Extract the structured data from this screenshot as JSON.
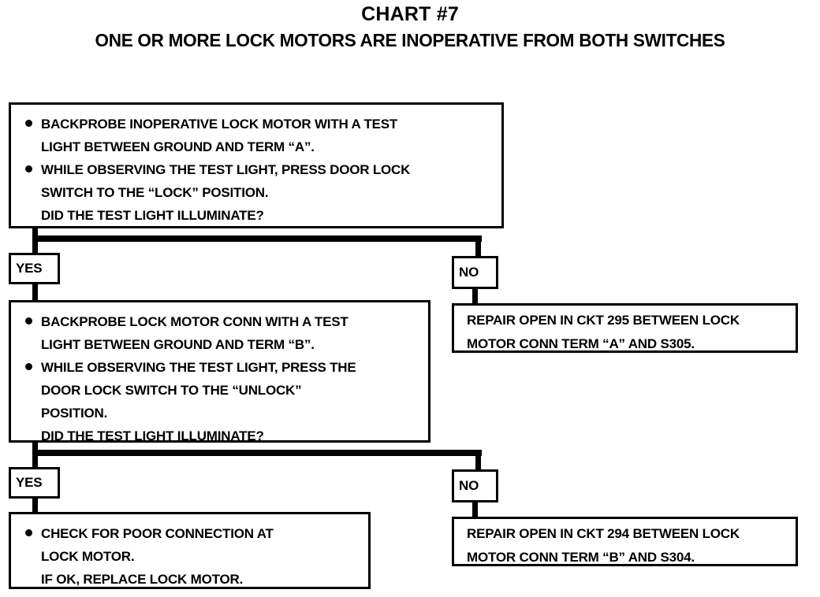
{
  "title": "CHART #7",
  "subtitle": "ONE OR MORE LOCK MOTORS ARE INOPERATIVE FROM BOTH SWITCHES",
  "colors": {
    "ink": "#000000",
    "paper": "#ffffff"
  },
  "nodes": {
    "step1": {
      "name": "test-step-1",
      "lines": [
        {
          "bullet": true,
          "text": "BACKPROBE INOPERATIVE LOCK MOTOR WITH A TEST"
        },
        {
          "bullet": false,
          "text": "LIGHT BETWEEN GROUND AND TERM “A”."
        },
        {
          "bullet": true,
          "text": "WHILE OBSERVING THE TEST LIGHT, PRESS DOOR LOCK"
        },
        {
          "bullet": false,
          "text": "SWITCH TO THE “LOCK” POSITION."
        },
        {
          "bullet": false,
          "text": "DID THE TEST LIGHT ILLUMINATE?"
        }
      ]
    },
    "step2": {
      "name": "test-step-2",
      "lines": [
        {
          "bullet": true,
          "text": "BACKPROBE LOCK MOTOR CONN WITH A TEST"
        },
        {
          "bullet": false,
          "text": "LIGHT BETWEEN GROUND AND TERM “B”."
        },
        {
          "bullet": true,
          "text": "WHILE OBSERVING THE TEST LIGHT, PRESS THE"
        },
        {
          "bullet": false,
          "text": "DOOR LOCK SWITCH TO THE “UNLOCK”"
        },
        {
          "bullet": false,
          "text": "POSITION."
        },
        {
          "bullet": false,
          "text": "DID THE TEST LIGHT ILLUMINATE?"
        }
      ]
    },
    "repair1": {
      "name": "repair-ckt-295",
      "lines": [
        "REPAIR OPEN IN CKT 295  BETWEEN LOCK",
        "MOTOR CONN TERM “A” AND S305."
      ]
    },
    "repair2": {
      "name": "repair-ckt-294",
      "lines": [
        "REPAIR OPEN IN CKT 294 BETWEEN LOCK",
        "MOTOR CONN TERM “B” AND S304."
      ]
    },
    "final": {
      "name": "final-action",
      "lines": [
        {
          "bullet": true,
          "text": "CHECK FOR POOR CONNECTION AT"
        },
        {
          "bullet": false,
          "text": "LOCK MOTOR."
        },
        {
          "bullet": false,
          "text": "IF OK, REPLACE LOCK MOTOR."
        }
      ]
    }
  },
  "decisions": {
    "yes1": "YES",
    "no1": "NO",
    "yes2": "YES",
    "no2": "NO"
  },
  "flow": {
    "type": "flowchart",
    "branches": [
      {
        "from": "test-step-1",
        "label": "YES",
        "to": "test-step-2"
      },
      {
        "from": "test-step-1",
        "label": "NO",
        "to": "repair-ckt-295"
      },
      {
        "from": "test-step-2",
        "label": "YES",
        "to": "final-action"
      },
      {
        "from": "test-step-2",
        "label": "NO",
        "to": "repair-ckt-294"
      }
    ]
  }
}
